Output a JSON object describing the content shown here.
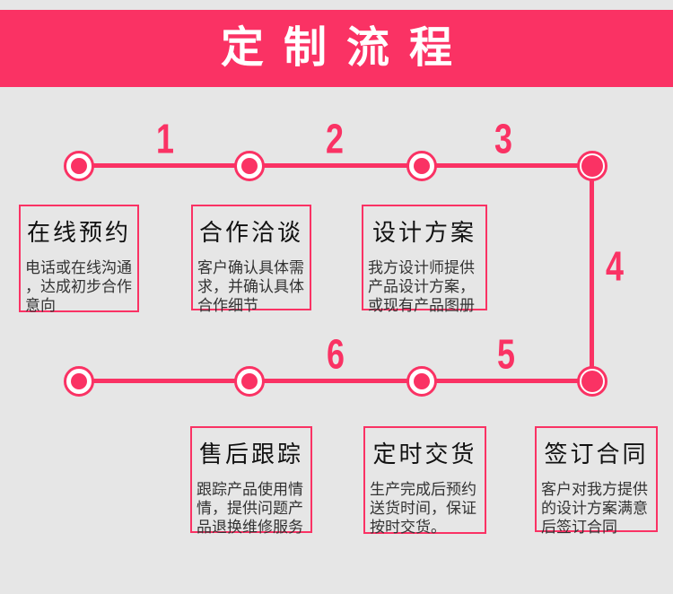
{
  "theme": {
    "accent": "#fa3264",
    "background": "#e6e6e6",
    "banner_text": "#ffffff",
    "title_text": "#111111",
    "desc_text": "#333333"
  },
  "banner": {
    "title": "定制流程"
  },
  "flow": {
    "steps": [
      {
        "number": "1",
        "title": "在线预约",
        "desc": "电话或在线沟通\n，达成初步合作\n意向"
      },
      {
        "number": "2",
        "title": "合作洽谈",
        "desc": "客户确认具体需\n求，并确认具体\n合作细节"
      },
      {
        "number": "3",
        "title": "设计方案",
        "desc": "我方设计师提供\n产品设计方案，\n或现有产品图册"
      },
      {
        "number": "4",
        "title": "签订合同",
        "desc": "客户对我方提供\n的设计方案满意\n后签订合同"
      },
      {
        "number": "5",
        "title": "定时交货",
        "desc": "生产完成后预约\n送货时间，保证\n按时交货。"
      },
      {
        "number": "6",
        "title": "售后跟踪",
        "desc": "跟踪产品使用情\n情，提供问题产\n品退换维修服务"
      }
    ]
  }
}
